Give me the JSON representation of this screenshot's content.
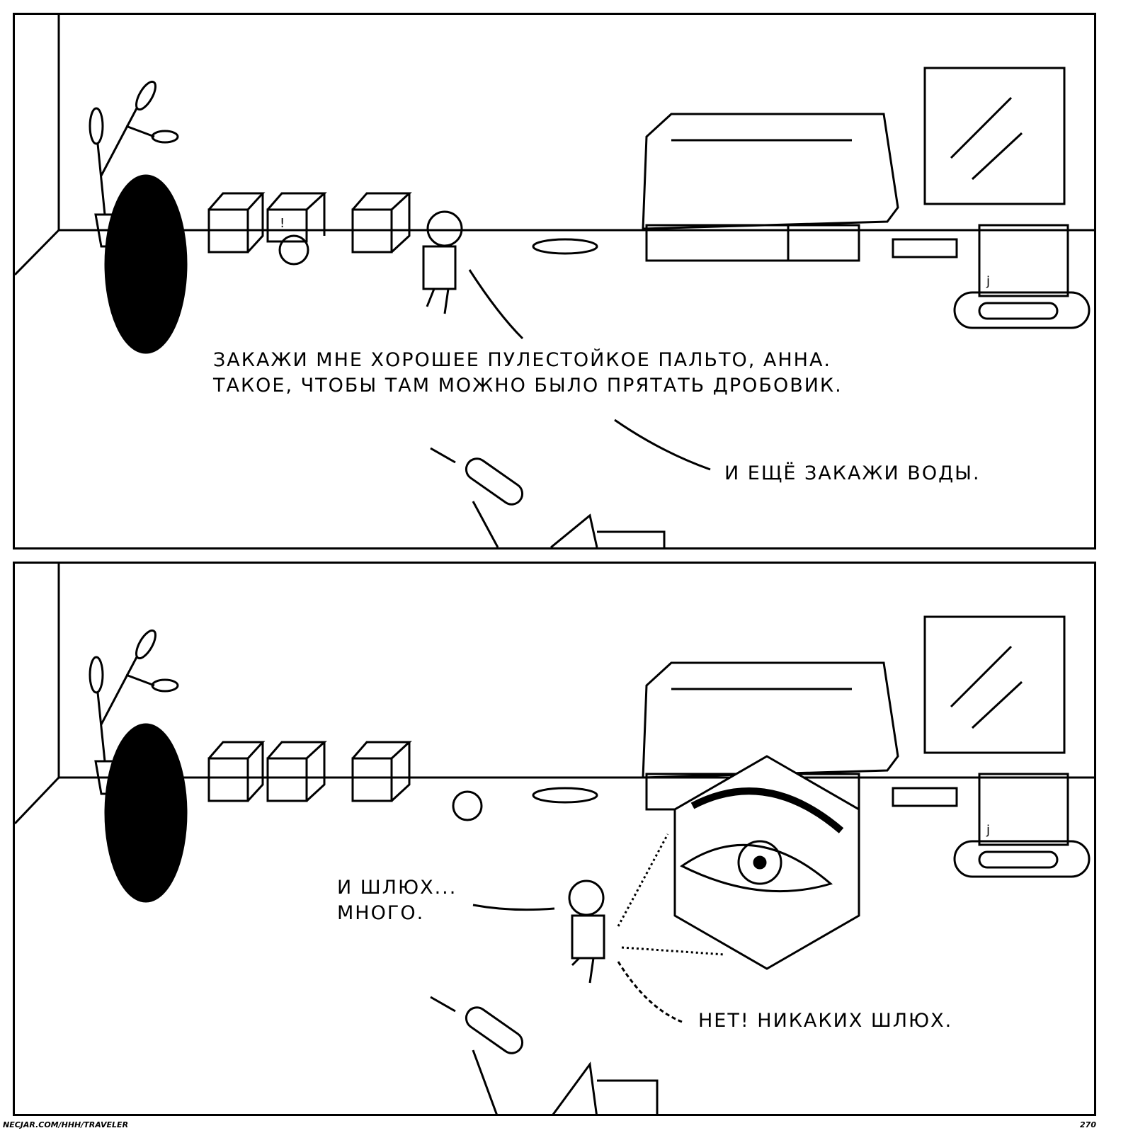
{
  "panels": [
    {
      "dialogue": [
        {
          "speaker": "man",
          "lines": [
            "ЗАКАЖИ МНЕ ХОРОШЕЕ ПУЛЕСТОЙКОЕ ПАЛЬТО, АННА.",
            "ТАКОЕ, ЧТОБЫ ТАМ МОЖНО БЫЛО ПРЯТАТЬ ДРОБОВИК."
          ]
        },
        {
          "speaker": "man",
          "lines": [
            "И ЕЩЁ ЗАКАЖИ ВОДЫ."
          ]
        }
      ],
      "box_mark": "!",
      "robot_mark": "j"
    },
    {
      "dialogue": [
        {
          "speaker": "man",
          "lines": [
            "И ШЛЮХ...",
            "МНОГО."
          ]
        },
        {
          "speaker": "anna",
          "lines": [
            "НЕТ! НИКАКИХ ШЛЮХ."
          ]
        }
      ],
      "robot_mark": "j"
    }
  ],
  "footer": {
    "url": "NECJAR.COM/HHH/TRAVELER",
    "page_number": "270"
  }
}
